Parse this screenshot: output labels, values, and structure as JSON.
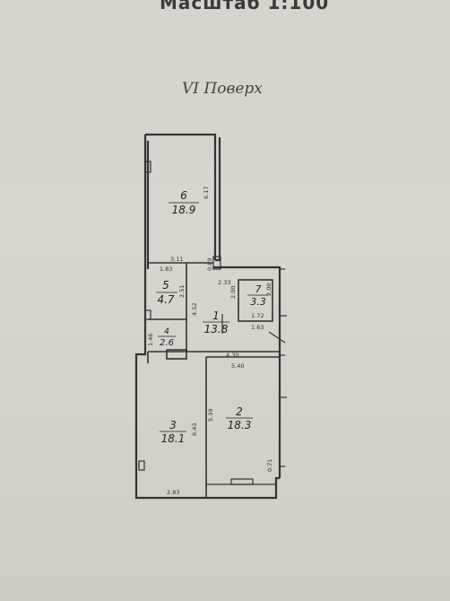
{
  "header": {
    "scale_text": "Масштаб 1:100"
  },
  "floor_title": "VI Поверх",
  "rooms": [
    {
      "number": "6",
      "area": "18.9"
    },
    {
      "number": "5",
      "area": "4.7"
    },
    {
      "number": "4",
      "area": "2.6"
    },
    {
      "number": "1",
      "area": "13.8"
    },
    {
      "number": "7",
      "area": "3.3"
    },
    {
      "number": "3",
      "area": "18.1"
    },
    {
      "number": "2",
      "area": "18.3"
    }
  ],
  "dimensions": {
    "d6_height": "6.17",
    "d6_width": "3.11",
    "d5_width": "1.83",
    "d5_height": "2.51",
    "d1_height": "4.52",
    "d4_height": "1.46",
    "d_corr": "0.89",
    "d7_width_top": "2.33",
    "d7_height": "2.00",
    "d7_width_inner": "1.72",
    "d7_width_bottom": "1.63",
    "d7_side": "2.00",
    "d1_bottom": "4.30",
    "d2_width": "5.40",
    "d2_height": "5.39",
    "d3_height": "6.43",
    "d3_bottom": "2.83",
    "d2_small": "0.71"
  }
}
